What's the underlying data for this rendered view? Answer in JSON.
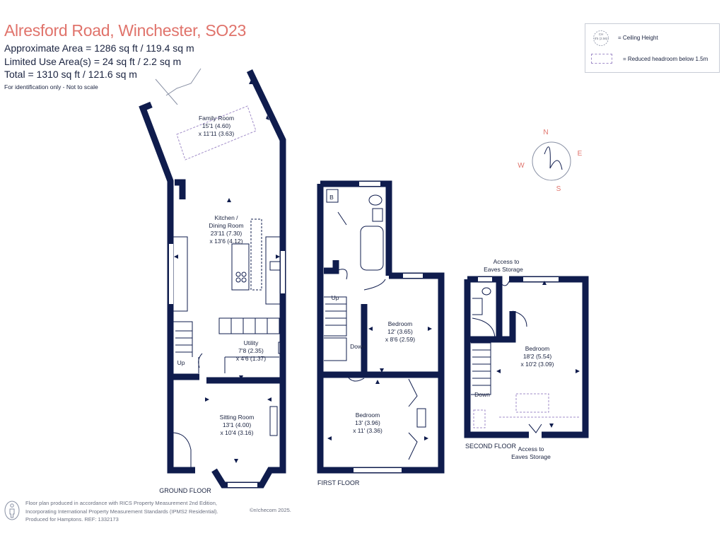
{
  "header": {
    "title": "Alresford Road, Winchester, SO23",
    "approx_area": "Approximate Area = 1286 sq ft / 119.4 sq m",
    "limited_area": "Limited Use Area(s) = 24 sq ft / 2.2 sq m",
    "total": "Total = 1310 sq ft / 121.6 sq m",
    "identification": "For identification only - Not to scale"
  },
  "legend": {
    "ceiling_height": "= Ceiling Height",
    "reduced_headroom": "= Reduced headroom below 1.5m",
    "ceiling_symbol_top": "CH",
    "ceiling_symbol_bottom": "8'5 (2.56)"
  },
  "compass": {
    "n": "N",
    "e": "E",
    "s": "S",
    "w": "W"
  },
  "rooms": {
    "family": {
      "name": "Family Room",
      "l1": "15'1 (4.60)",
      "l2": "x 11'11 (3.63)"
    },
    "kitchen": {
      "name1": "Kitchen /",
      "name2": "Dining Room",
      "l1": "23'11 (7.30)",
      "l2": "x 13'6 (4.12)"
    },
    "utility": {
      "name": "Utility",
      "l1": "7'8 (2.35)",
      "l2": "x 4'6 (1.37)"
    },
    "sitting": {
      "name": "Sitting Room",
      "l1": "13'1 (4.00)",
      "l2": "x 10'4 (3.16)"
    },
    "bedroom_small": {
      "name": "Bedroom",
      "l1": "12' (3.65)",
      "l2": "x 8'6 (2.59)"
    },
    "bedroom_front": {
      "name": "Bedroom",
      "l1": "13' (3.96)",
      "l2": "x 11' (3.36)"
    },
    "bedroom_top": {
      "name": "Bedroom",
      "l1": "18'2 (5.54)",
      "l2": "x 10'2 (3.09)"
    }
  },
  "labels": {
    "up_ground": "Up",
    "up_first": "Up",
    "down_first": "Down",
    "down_second": "Down",
    "boiler": "B",
    "eaves_top1": "Access to",
    "eaves_top2": "Eaves Storage",
    "eaves_bottom1": "Access to",
    "eaves_bottom2": "Eaves Storage"
  },
  "floors": {
    "ground": "GROUND FLOOR",
    "first": "FIRST FLOOR",
    "second": "SECOND FLOOR"
  },
  "footer": {
    "line1": "Floor plan produced in accordance with RICS Property Measurement 2nd Edition,",
    "line2": "Incorporating International Property Measurement Standards (IPMS2 Residential).",
    "line3": "Produced for Hamptons.   REF:  1332173",
    "brand": "©n!checom 2025."
  },
  "colors": {
    "wall": "#0f1c4d",
    "accent": "#e0736b",
    "text": "#1a2340"
  }
}
